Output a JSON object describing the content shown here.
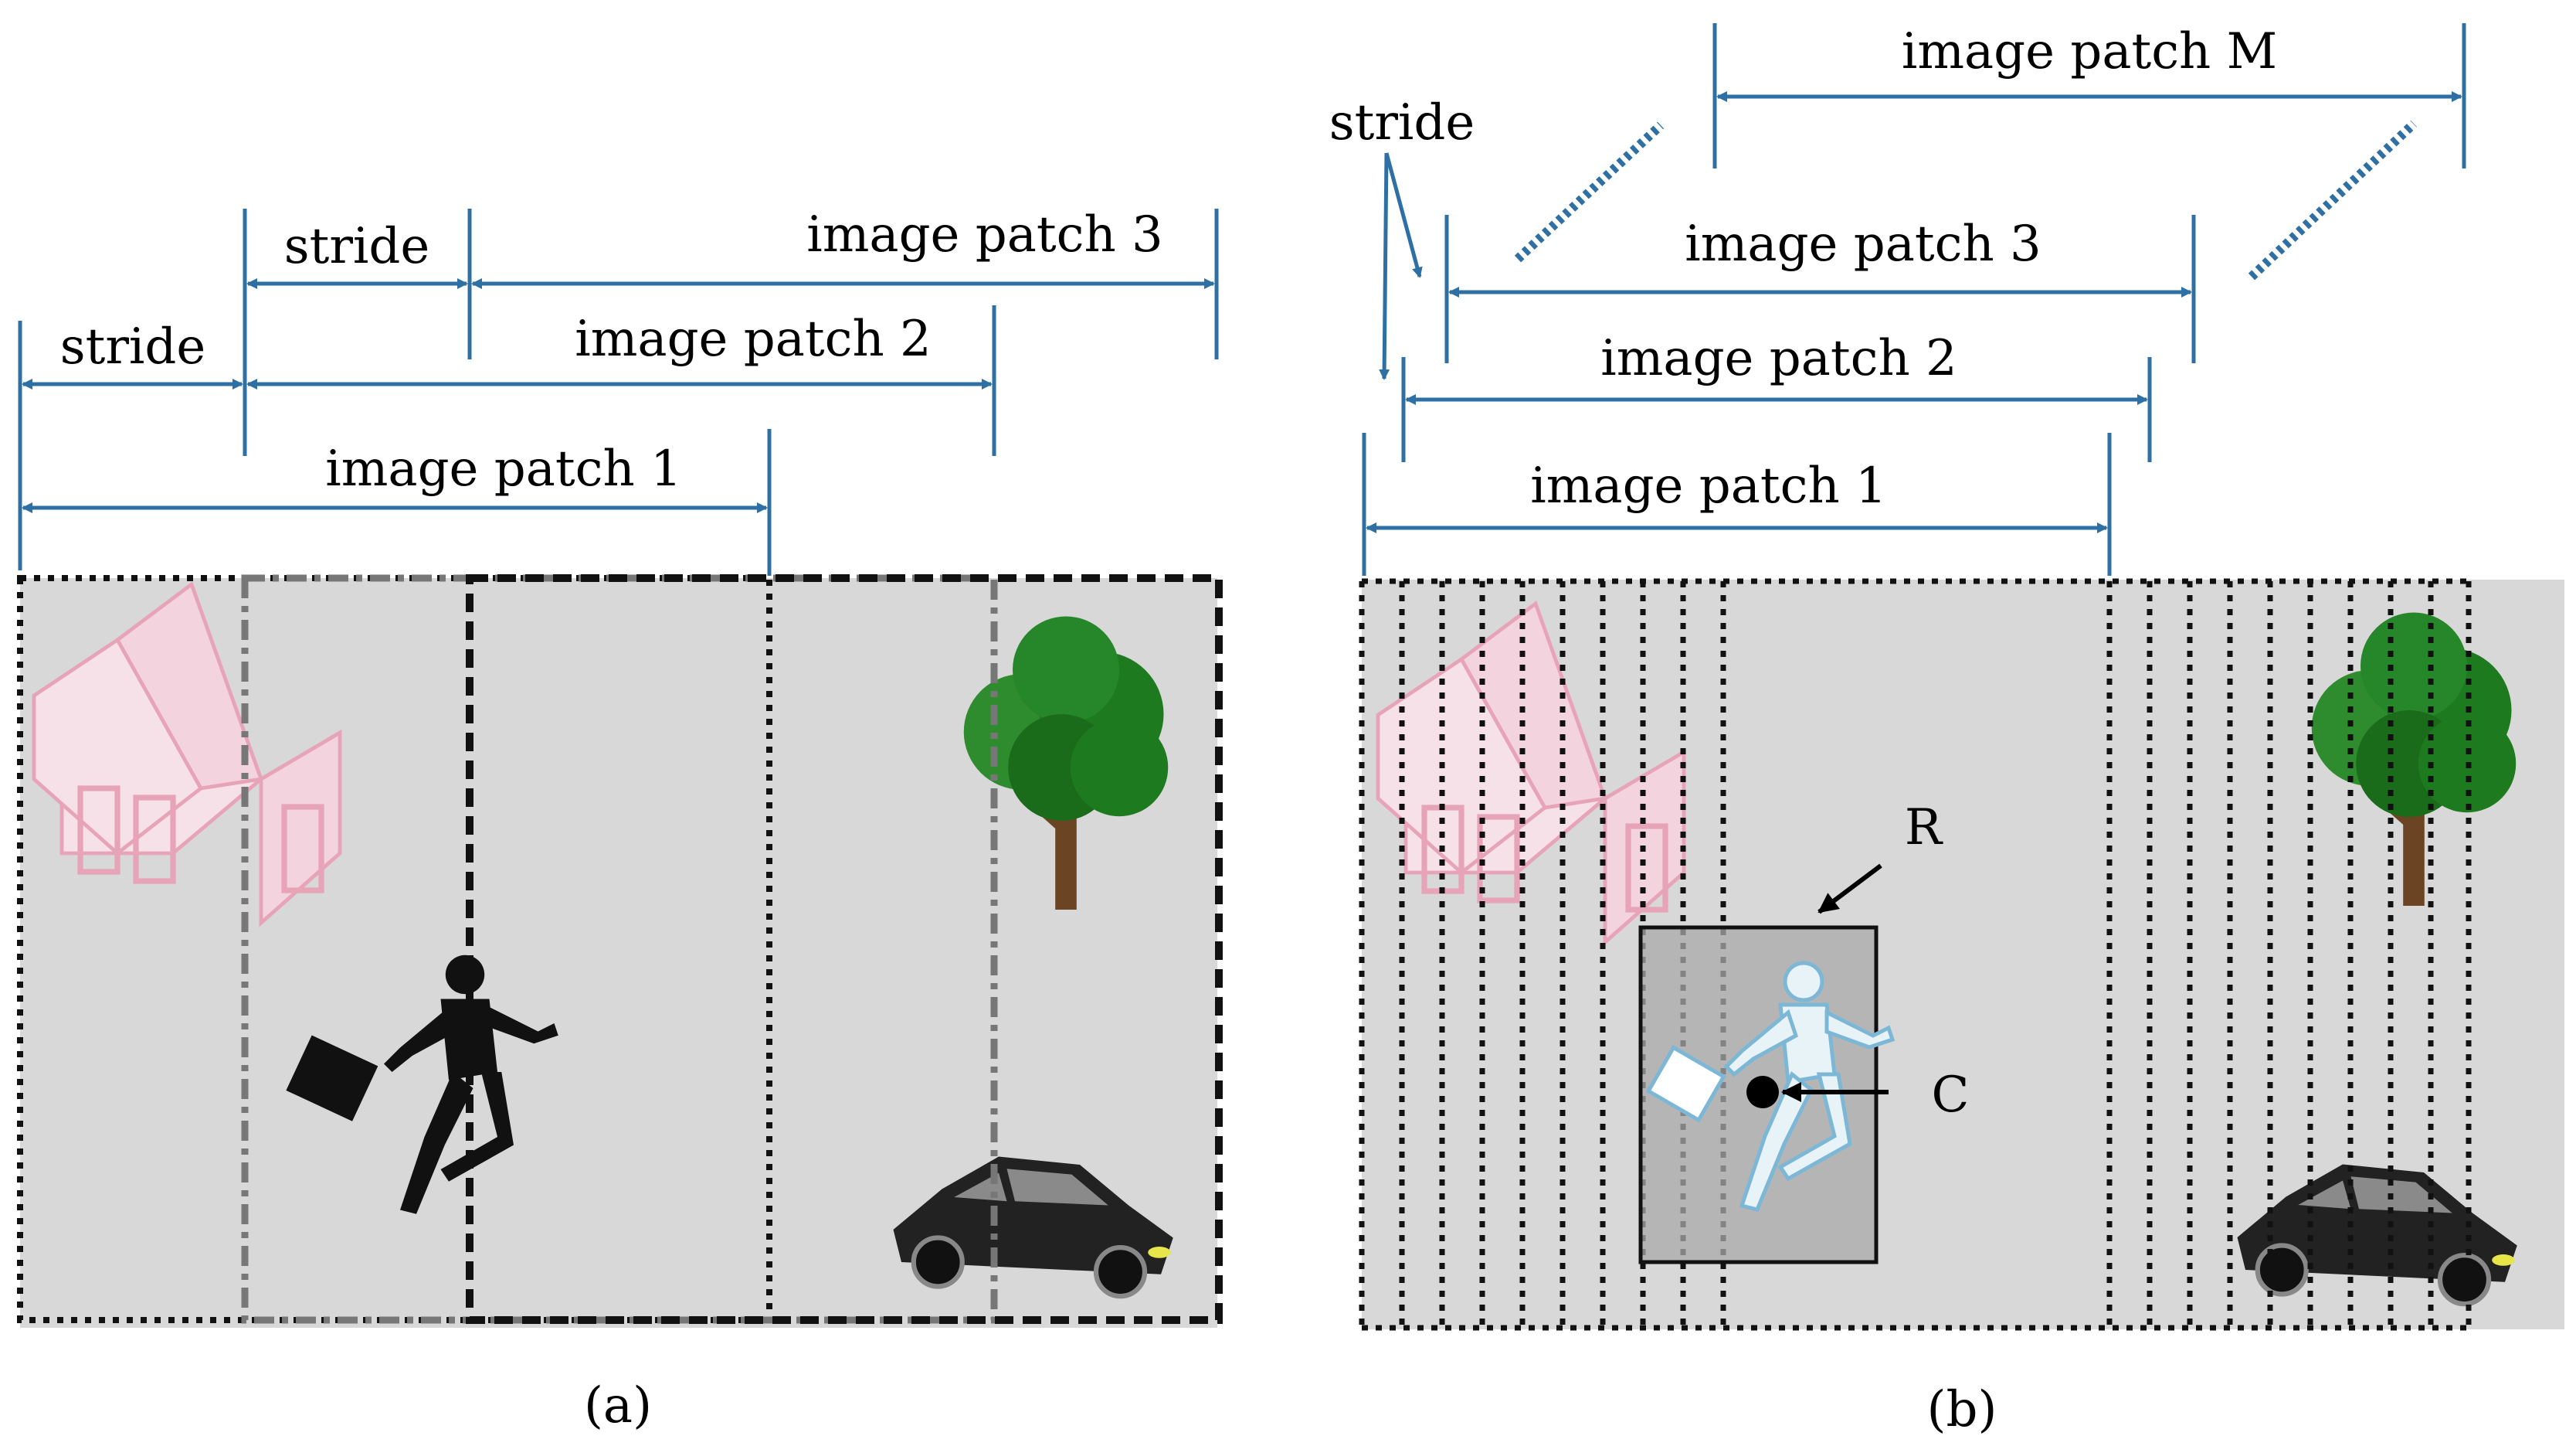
{
  "panel_a": {
    "caption": "(a)",
    "stride_labels": [
      "stride",
      "stride"
    ],
    "patch_labels": [
      "image patch 1",
      "image patch 2",
      "image patch 3"
    ]
  },
  "panel_b": {
    "caption": "(b)",
    "stride_label": "stride",
    "patch_labels": [
      "image patch 1",
      "image patch 2",
      "image patch 3",
      "image patch M"
    ],
    "region_label": "R",
    "center_label": "C"
  },
  "colors": {
    "arrow": "#2e6fa4",
    "background": "#d8d8d8",
    "house": "#e7a3b8",
    "tree": "#1e8a1e",
    "car": "#222222",
    "person_outline": "#7db7d6"
  },
  "icons": [
    "house-icon",
    "tree-icon",
    "person-icon",
    "car-icon"
  ]
}
